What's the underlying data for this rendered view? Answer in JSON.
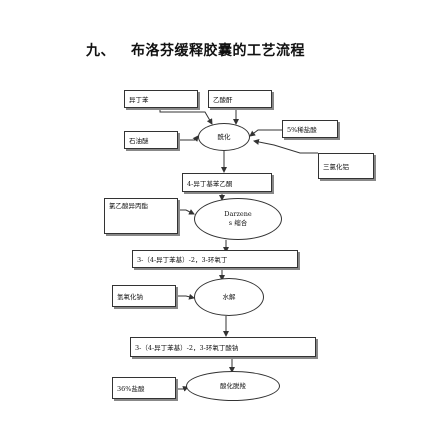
{
  "title": {
    "number": "九、",
    "text": "布洛芬缓释胶囊的工艺流程"
  },
  "nodes": {
    "isobutylbenzene": "异丁苯",
    "acetic_anhydride": "乙酸酐",
    "petroleum_ether": "石油醚",
    "acylation": "酰化",
    "dilute_hcl_5": "5%稀盐酸",
    "aluminum_trichloride": "三氯化铝",
    "isobutylacetophenone": "4-异丁基苯乙酮",
    "ethyl_chloroacetate": "氯乙酸异丙酯",
    "darzens_line1": "Darzene",
    "darzens_line2": "s 缩合",
    "epoxide_ester": "3-（4-异丁苯基）-2，3-环氧丁",
    "sodium_hydroxide": "氢氧化钠",
    "hydrolysis": "水解",
    "epoxy_acid": "3-（4-异丁苯基）-2，3-环氧丁酸钠",
    "hcl_36": "36%盐酸",
    "acid_decarboxylation": "酸化脱羧"
  }
}
